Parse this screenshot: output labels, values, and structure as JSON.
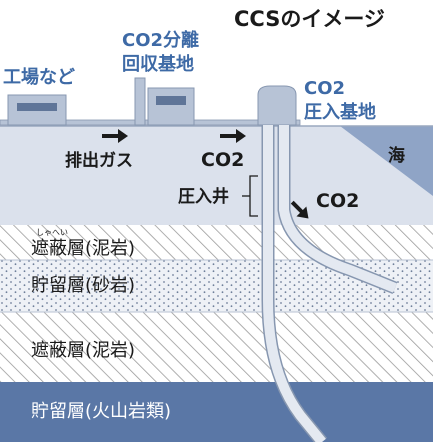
{
  "title": "CCSのイメージ",
  "labels": {
    "factory": "工場など",
    "separation_line1": "CO2分離",
    "separation_line2": "回収基地",
    "injection_line1": "CO2",
    "injection_line2": "圧入基地",
    "sea": "海",
    "exhaust": "排出ガス",
    "co2_flow": "CO2",
    "well": "圧入井",
    "co2_down": "CO2"
  },
  "layers": [
    {
      "label": "遮蔽層(泥岩)",
      "ruby": "しゃへい"
    },
    {
      "label": "貯留層(砂岩)"
    },
    {
      "label": "遮蔽層(泥岩)"
    },
    {
      "label": "貯留層(火山岩類)"
    }
  ],
  "colors": {
    "ground_surface": "#dbe1ec",
    "sea": "#8fa4c6",
    "building": "#b7c3d6",
    "building_window": "#5f7598",
    "sand_layer": "#eef1f6",
    "volcanic_layer": "#5a77a6",
    "well_pipe": "#d4dbe6",
    "accent_blue": "#3e6aa6"
  }
}
